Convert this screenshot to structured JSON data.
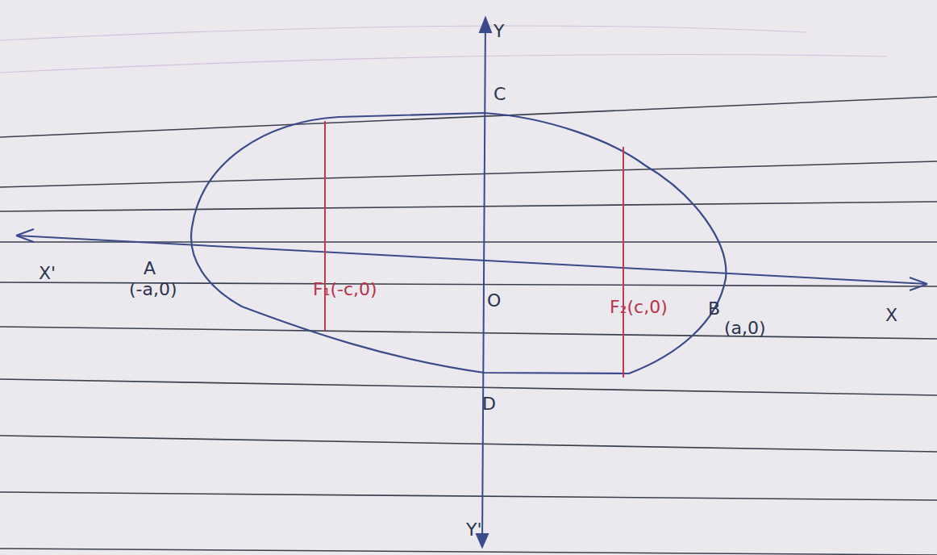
{
  "diagram": {
    "labels": [
      "Y",
      "C",
      "X'",
      "A",
      "(-a,0)",
      "F₁(-c,0)",
      "O",
      "F₂(c,0)",
      "B",
      "(a,0)",
      "X",
      "D",
      "Y'"
    ]
  }
}
